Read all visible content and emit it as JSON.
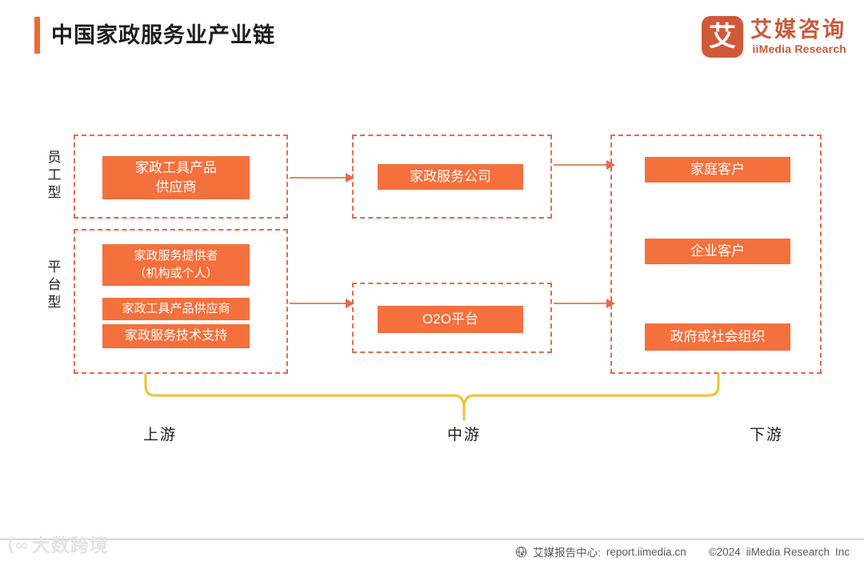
{
  "header": {
    "title": "中国家政服务业产业链",
    "accent_color": "#ED6A35"
  },
  "logo": {
    "mark": "艾",
    "name_cn": "艾媒咨询",
    "name_en": "iiMedia Research",
    "color": "#C85A3C"
  },
  "diagram": {
    "node_fill": "#F4703C",
    "group_border": "#E8694A",
    "brace_color": "#F2C12E",
    "arrow_color": "#E08A5C",
    "row_labels": [
      {
        "key": "employee",
        "text": "员工型"
      },
      {
        "key": "platform",
        "text": "平台型"
      }
    ],
    "upstream": {
      "employee_nodes": [
        {
          "label": "家政工具产品\n供应商"
        }
      ],
      "platform_nodes": [
        {
          "label": "家政服务提供者\n（机构或个人）"
        },
        {
          "label": "家政工具产品供应商"
        },
        {
          "label": "家政服务技术支持"
        }
      ]
    },
    "midstream": {
      "employee_nodes": [
        {
          "label": "家政服务公司"
        }
      ],
      "platform_nodes": [
        {
          "label": "O2O平台"
        }
      ]
    },
    "downstream": {
      "nodes": [
        {
          "label": "家庭客户"
        },
        {
          "label": "企业客户"
        },
        {
          "label": "政府或社会组织"
        }
      ]
    },
    "stages": [
      {
        "key": "upstream",
        "label": "上游"
      },
      {
        "key": "midstream",
        "label": "中游"
      },
      {
        "key": "downstream",
        "label": "下游"
      }
    ],
    "flows": [
      {
        "from": "家政工具产品供应商",
        "to": "家政服务公司"
      },
      {
        "from": "家政服务公司",
        "to": "家庭客户"
      },
      {
        "from": "上游平台型",
        "to": "O2O平台"
      },
      {
        "from": "O2O平台",
        "to": "下游客户"
      }
    ]
  },
  "footer": {
    "report_center": "艾媒报告中心:",
    "url": "report.iimedia.cn",
    "copyright": "©2024",
    "company": "iiMedia Research",
    "suffix": "Inc"
  },
  "watermark": {
    "text": "大数跨境"
  }
}
